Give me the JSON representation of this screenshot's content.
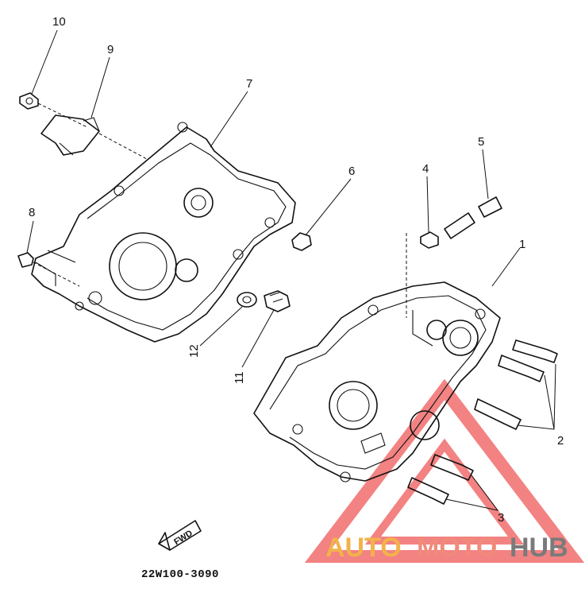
{
  "diagram": {
    "callouts": [
      {
        "id": "1",
        "label": "1"
      },
      {
        "id": "2",
        "label": "2"
      },
      {
        "id": "3",
        "label": "3"
      },
      {
        "id": "4",
        "label": "4"
      },
      {
        "id": "5",
        "label": "5"
      },
      {
        "id": "6",
        "label": "6"
      },
      {
        "id": "7",
        "label": "7"
      },
      {
        "id": "8",
        "label": "8"
      },
      {
        "id": "9",
        "label": "9"
      },
      {
        "id": "10",
        "label": "10"
      },
      {
        "id": "11",
        "label": "11"
      },
      {
        "id": "12",
        "label": "12"
      }
    ],
    "fwd_label": "FWD",
    "diagram_code": "22W100-3090"
  },
  "watermark": {
    "part1": "AUTO",
    "part2": "MOTO",
    "part3": "HUB",
    "colors": {
      "auto": "#f2b24a",
      "moto": "#f08a7a",
      "hub": "#7a7a7a",
      "triangle": "#f26d6d"
    }
  }
}
